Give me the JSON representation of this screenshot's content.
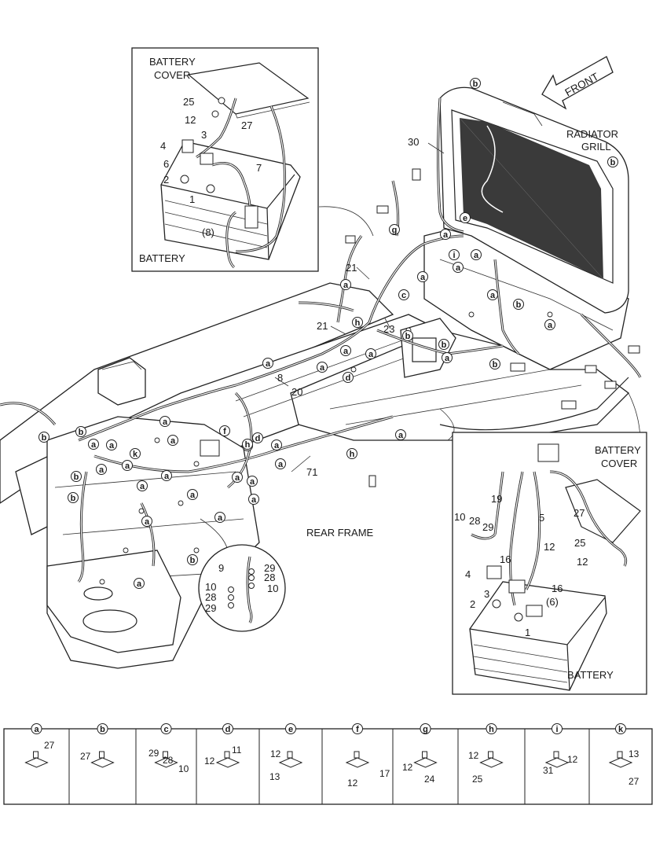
{
  "frame_label": "REAR FRAME",
  "front_label": "FRONT",
  "radiator_label_1": "RADIATOR",
  "radiator_label_2": "GRILL",
  "inset_top": {
    "cover_1": "BATTERY",
    "cover_2": "COVER",
    "battery": "BATTERY",
    "parts": [
      "25",
      "12",
      "27",
      "4",
      "3",
      "6",
      "7",
      "2",
      "1",
      "(8)"
    ]
  },
  "inset_right": {
    "cover_1": "BATTERY",
    "cover_2": "COVER",
    "battery": "BATTERY",
    "parts": [
      "19",
      "5",
      "27",
      "10",
      "28",
      "29",
      "25",
      "12",
      "12",
      "16",
      "4",
      "16",
      "3",
      "(6)",
      "2",
      "1"
    ]
  },
  "inset_round": {
    "parts": [
      "9",
      "29",
      "28",
      "10",
      "10",
      "28",
      "29"
    ]
  },
  "main_numbers": [
    "30",
    "21",
    "21",
    "23",
    "8",
    "20",
    "71"
  ],
  "detail_legend": [
    {
      "letter": "a",
      "parts": [
        "27"
      ]
    },
    {
      "letter": "b",
      "parts": [
        "27"
      ]
    },
    {
      "letter": "c",
      "parts": [
        "29",
        "28",
        "10"
      ]
    },
    {
      "letter": "d",
      "parts": [
        "12",
        "11"
      ]
    },
    {
      "letter": "e",
      "parts": [
        "12",
        "13"
      ]
    },
    {
      "letter": "f",
      "parts": [
        "17",
        "12"
      ]
    },
    {
      "letter": "g",
      "parts": [
        "12",
        "24"
      ]
    },
    {
      "letter": "h",
      "parts": [
        "12",
        "25"
      ]
    },
    {
      "letter": "i",
      "parts": [
        "31",
        "12"
      ]
    },
    {
      "letter": "k",
      "parts": [
        "13",
        "27"
      ]
    }
  ],
  "callouts": [
    "b",
    "b",
    "e",
    "a",
    "i",
    "a",
    "a",
    "g",
    "c",
    "a",
    "a",
    "a",
    "b",
    "a",
    "h",
    "a",
    "a",
    "b",
    "b",
    "a",
    "b",
    "d",
    "a",
    "a",
    "h",
    "b",
    "a",
    "a",
    "a",
    "b",
    "a",
    "a",
    "a",
    "k",
    "b",
    "a",
    "f",
    "a",
    "a",
    "a",
    "h",
    "d",
    "a",
    "a",
    "a",
    "a",
    "a",
    "a",
    "a",
    "h",
    "a",
    "b",
    "b"
  ]
}
